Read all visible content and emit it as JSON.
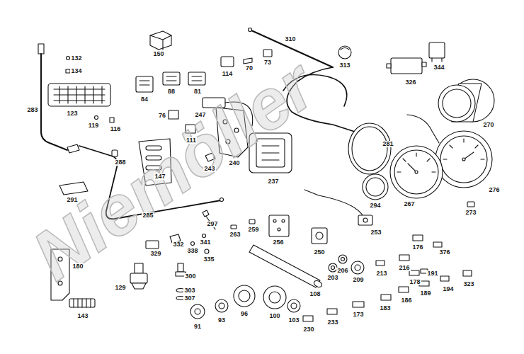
{
  "diagram": {
    "labels": [
      "132",
      "134",
      "150",
      "310",
      "313",
      "326",
      "344",
      "114",
      "70",
      "73",
      "84",
      "88",
      "81",
      "283",
      "123",
      "119",
      "116",
      "76",
      "247",
      "111",
      "281",
      "270",
      "240",
      "243",
      "237",
      "288",
      "147",
      "276",
      "291",
      "294",
      "267",
      "273",
      "285",
      "297",
      "253",
      "263",
      "259",
      "256",
      "250",
      "329",
      "332",
      "341",
      "338",
      "335",
      "176",
      "376",
      "216",
      "213",
      "206",
      "203",
      "209",
      "191",
      "178",
      "180",
      "300",
      "194",
      "323",
      "189",
      "129",
      "108",
      "303",
      "307",
      "186",
      "183",
      "173",
      "143",
      "96",
      "100",
      "103",
      "93",
      "233",
      "91",
      "230",
      "Niemöller"
    ]
  }
}
